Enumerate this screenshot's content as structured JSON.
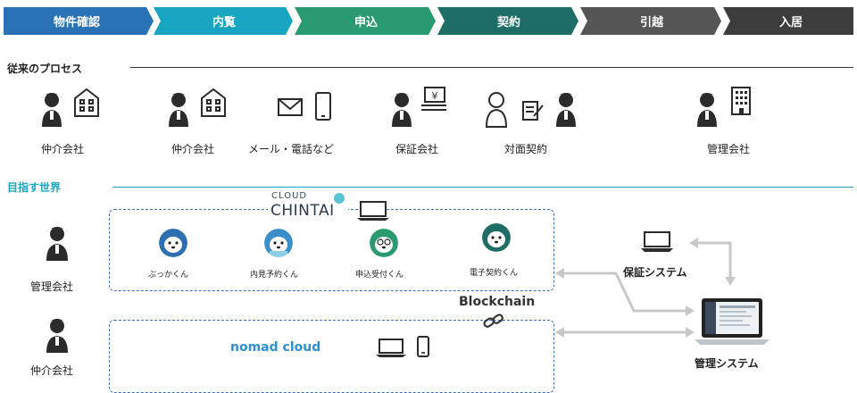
{
  "stages": [
    "物件確認",
    "内覧",
    "申込",
    "契約",
    "引越",
    "入居"
  ],
  "stage_colors": [
    "#2a72b6",
    "#17a5c2",
    "#2a9a6f",
    "#1e6e67",
    "#555555",
    "#3d3d3d"
  ],
  "traditional": {
    "title": "従来のプロセス",
    "items": [
      "仲介会社",
      "仲介会社",
      "メール・電話など",
      "保証会社",
      "対面契約",
      "管理会社"
    ]
  },
  "future": {
    "title": "目指す世界",
    "left_roles": [
      "管理会社",
      "仲介会社"
    ],
    "cloud_chintai": {
      "line1": "CLOUD",
      "line2": "CHINTAI"
    },
    "characters": [
      "ぶっかくん",
      "内見予約くん",
      "申込受付くん",
      "電子契約くん"
    ],
    "nomad": "nomad cloud",
    "blockchain": "Blockchain",
    "systems": [
      "保証システム",
      "管理システム"
    ]
  }
}
